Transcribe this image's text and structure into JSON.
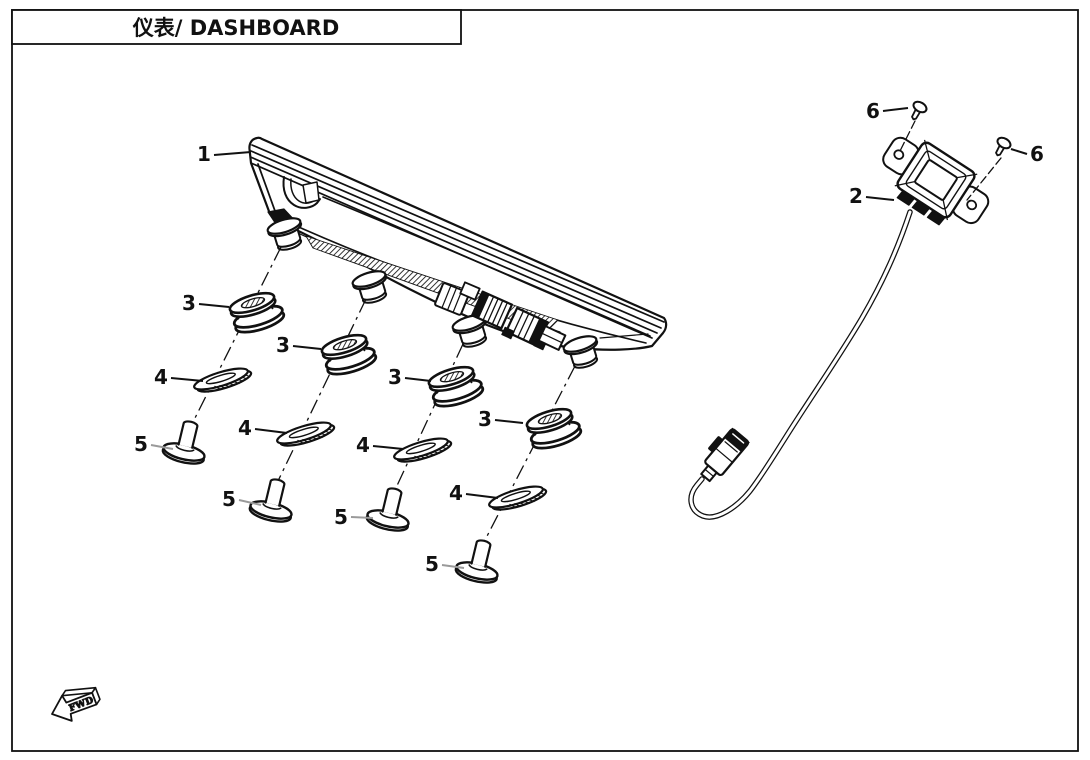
{
  "title": {
    "text": "仪表/ DASHBOARD"
  },
  "fwd_label": "FWD",
  "parts": [
    {
      "ref": "1",
      "callout_count": 1
    },
    {
      "ref": "2",
      "callout_count": 1
    },
    {
      "ref": "3",
      "callout_count": 4
    },
    {
      "ref": "4",
      "callout_count": 4
    },
    {
      "ref": "5",
      "callout_count": 4
    },
    {
      "ref": "6",
      "callout_count": 2
    }
  ],
  "callouts": [
    {
      "part": "1"
    },
    {
      "part": "2"
    },
    {
      "part": "3"
    },
    {
      "part": "3"
    },
    {
      "part": "3"
    },
    {
      "part": "3"
    },
    {
      "part": "4"
    },
    {
      "part": "4"
    },
    {
      "part": "4"
    },
    {
      "part": "4"
    },
    {
      "part": "5"
    },
    {
      "part": "5"
    },
    {
      "part": "5"
    },
    {
      "part": "5"
    },
    {
      "part": "6"
    },
    {
      "part": "6"
    }
  ],
  "colors": {
    "line": "#111111",
    "background": "#ffffff",
    "leader_gray": "#9a9a9a"
  }
}
